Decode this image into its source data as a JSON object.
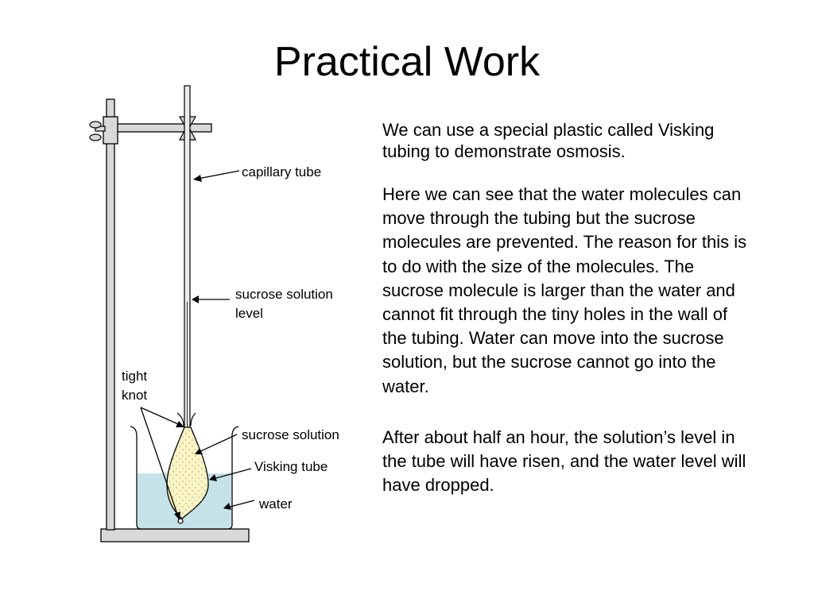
{
  "slide": {
    "title": "Practical Work",
    "paragraphs": [
      "We can use a special plastic called Visking tubing to demonstrate osmosis.",
      "Here we can see that the water molecules can move through the tubing but the sucrose molecules are prevented. The reason for this is to do with the size of the molecules. The sucrose molecule is larger than the water and cannot fit through the tiny holes in the wall of the tubing. Water can move into the sucrose solution, but the sucrose cannot go into the water.",
      "After about half an hour, the solution’s level in the tube will have risen, and the water level will have dropped."
    ]
  },
  "diagram": {
    "labels": {
      "capillary_tube": "capillary tube",
      "sucrose_level_line1": "sucrose solution",
      "sucrose_level_line2": "level",
      "tight": "tight",
      "knot": "knot",
      "sucrose_solution": "sucrose solution",
      "visking_tube": "Visking tube",
      "water": "water"
    },
    "colors": {
      "water": "#c4e2e8",
      "sucrose": "#fbf5c5",
      "stand": "#d9d9d9",
      "outline": "#000000"
    }
  }
}
